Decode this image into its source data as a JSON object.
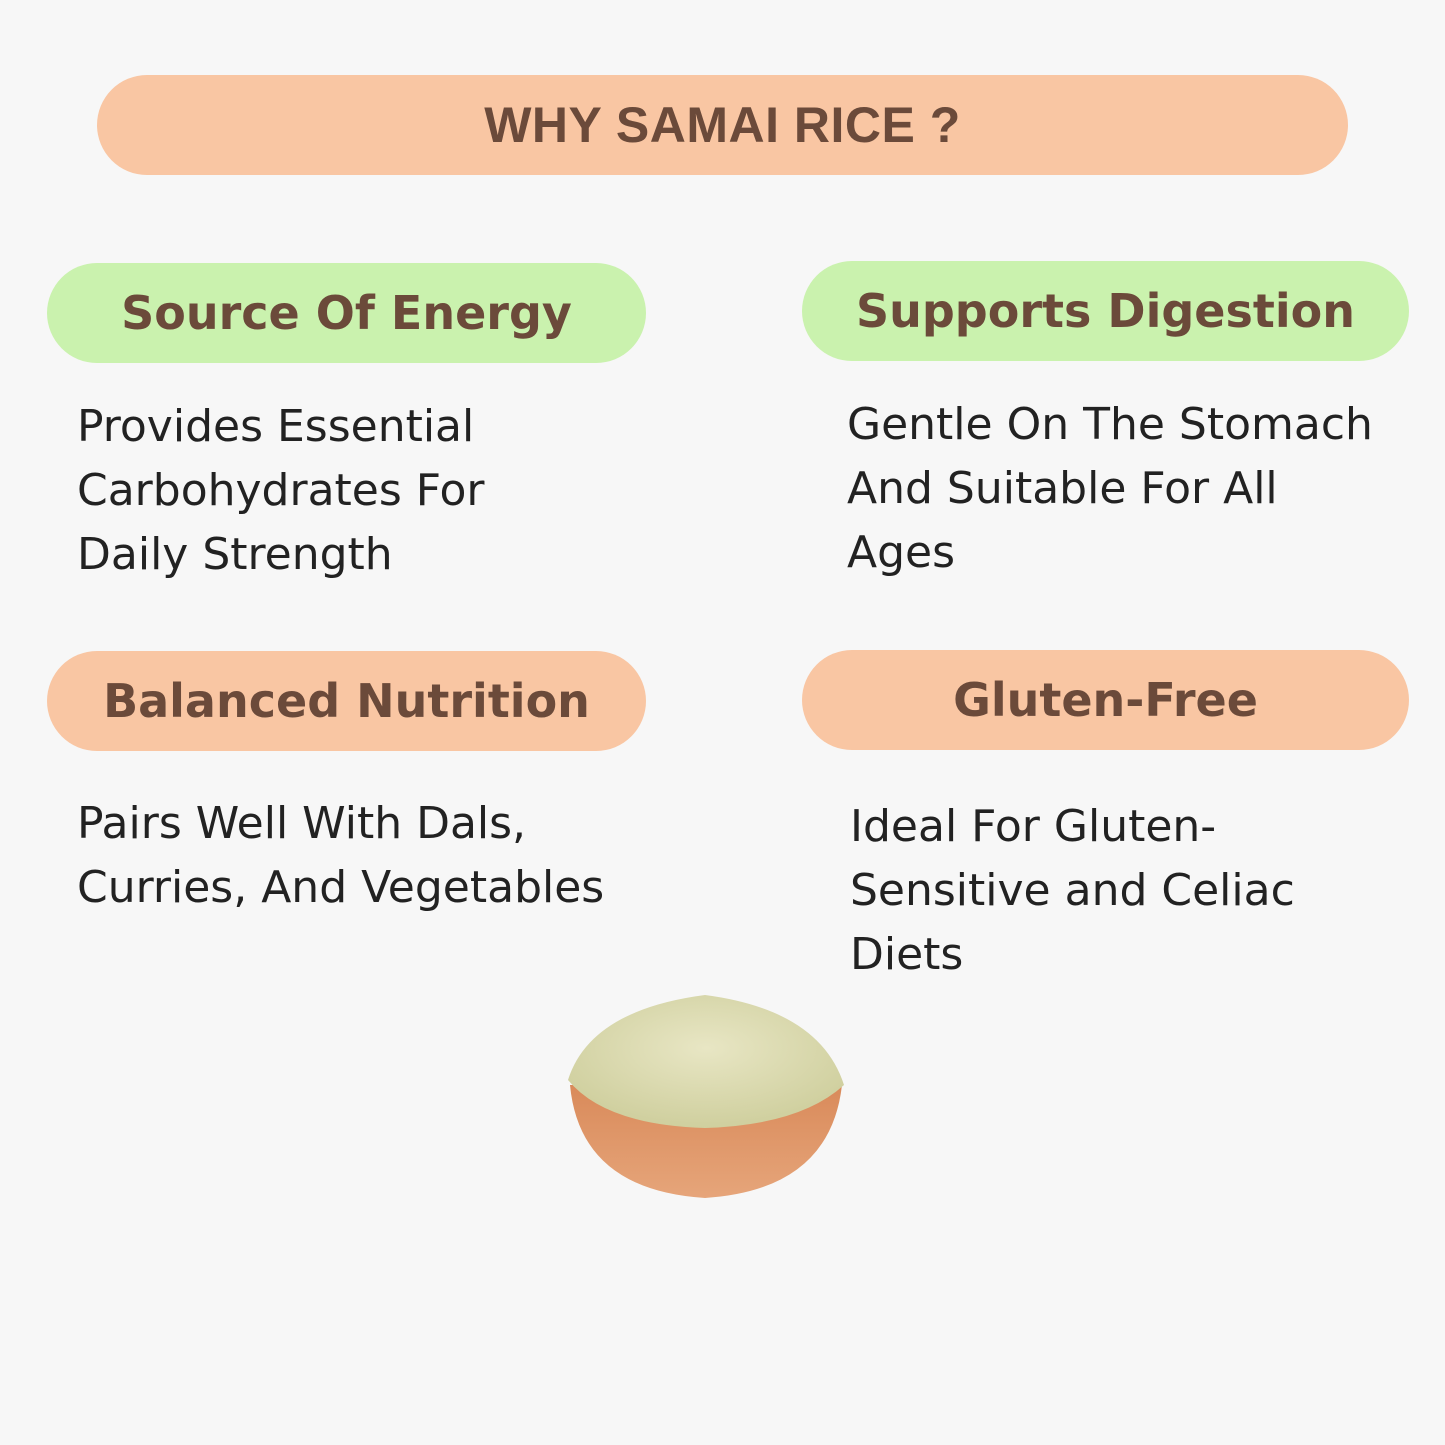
{
  "title": "WHY SAMAI RICE  ?",
  "colors": {
    "peach": "#f9c6a3",
    "green": "#caf2ae",
    "heading_text": "#6b4a3a",
    "body_text": "#222222",
    "background": "#f7f7f7"
  },
  "benefits": [
    {
      "heading": "Source Of Energy",
      "text": "Provides Essential\nCarbohydrates For\nDaily Strength",
      "color": "green"
    },
    {
      "heading": "Supports Digestion",
      "text": "Gentle On The Stomach\nAnd Suitable For All\nAges",
      "color": "green"
    },
    {
      "heading": "Balanced Nutrition",
      "text": "Pairs Well With Dals,\nCurries, And Vegetables",
      "color": "peach"
    },
    {
      "heading": "Gluten-Free",
      "text": " Ideal For Gluten-\nSensitive and Celiac\nDiets",
      "color": "peach"
    }
  ],
  "image": {
    "subject": "bowl-of-samai-rice"
  }
}
